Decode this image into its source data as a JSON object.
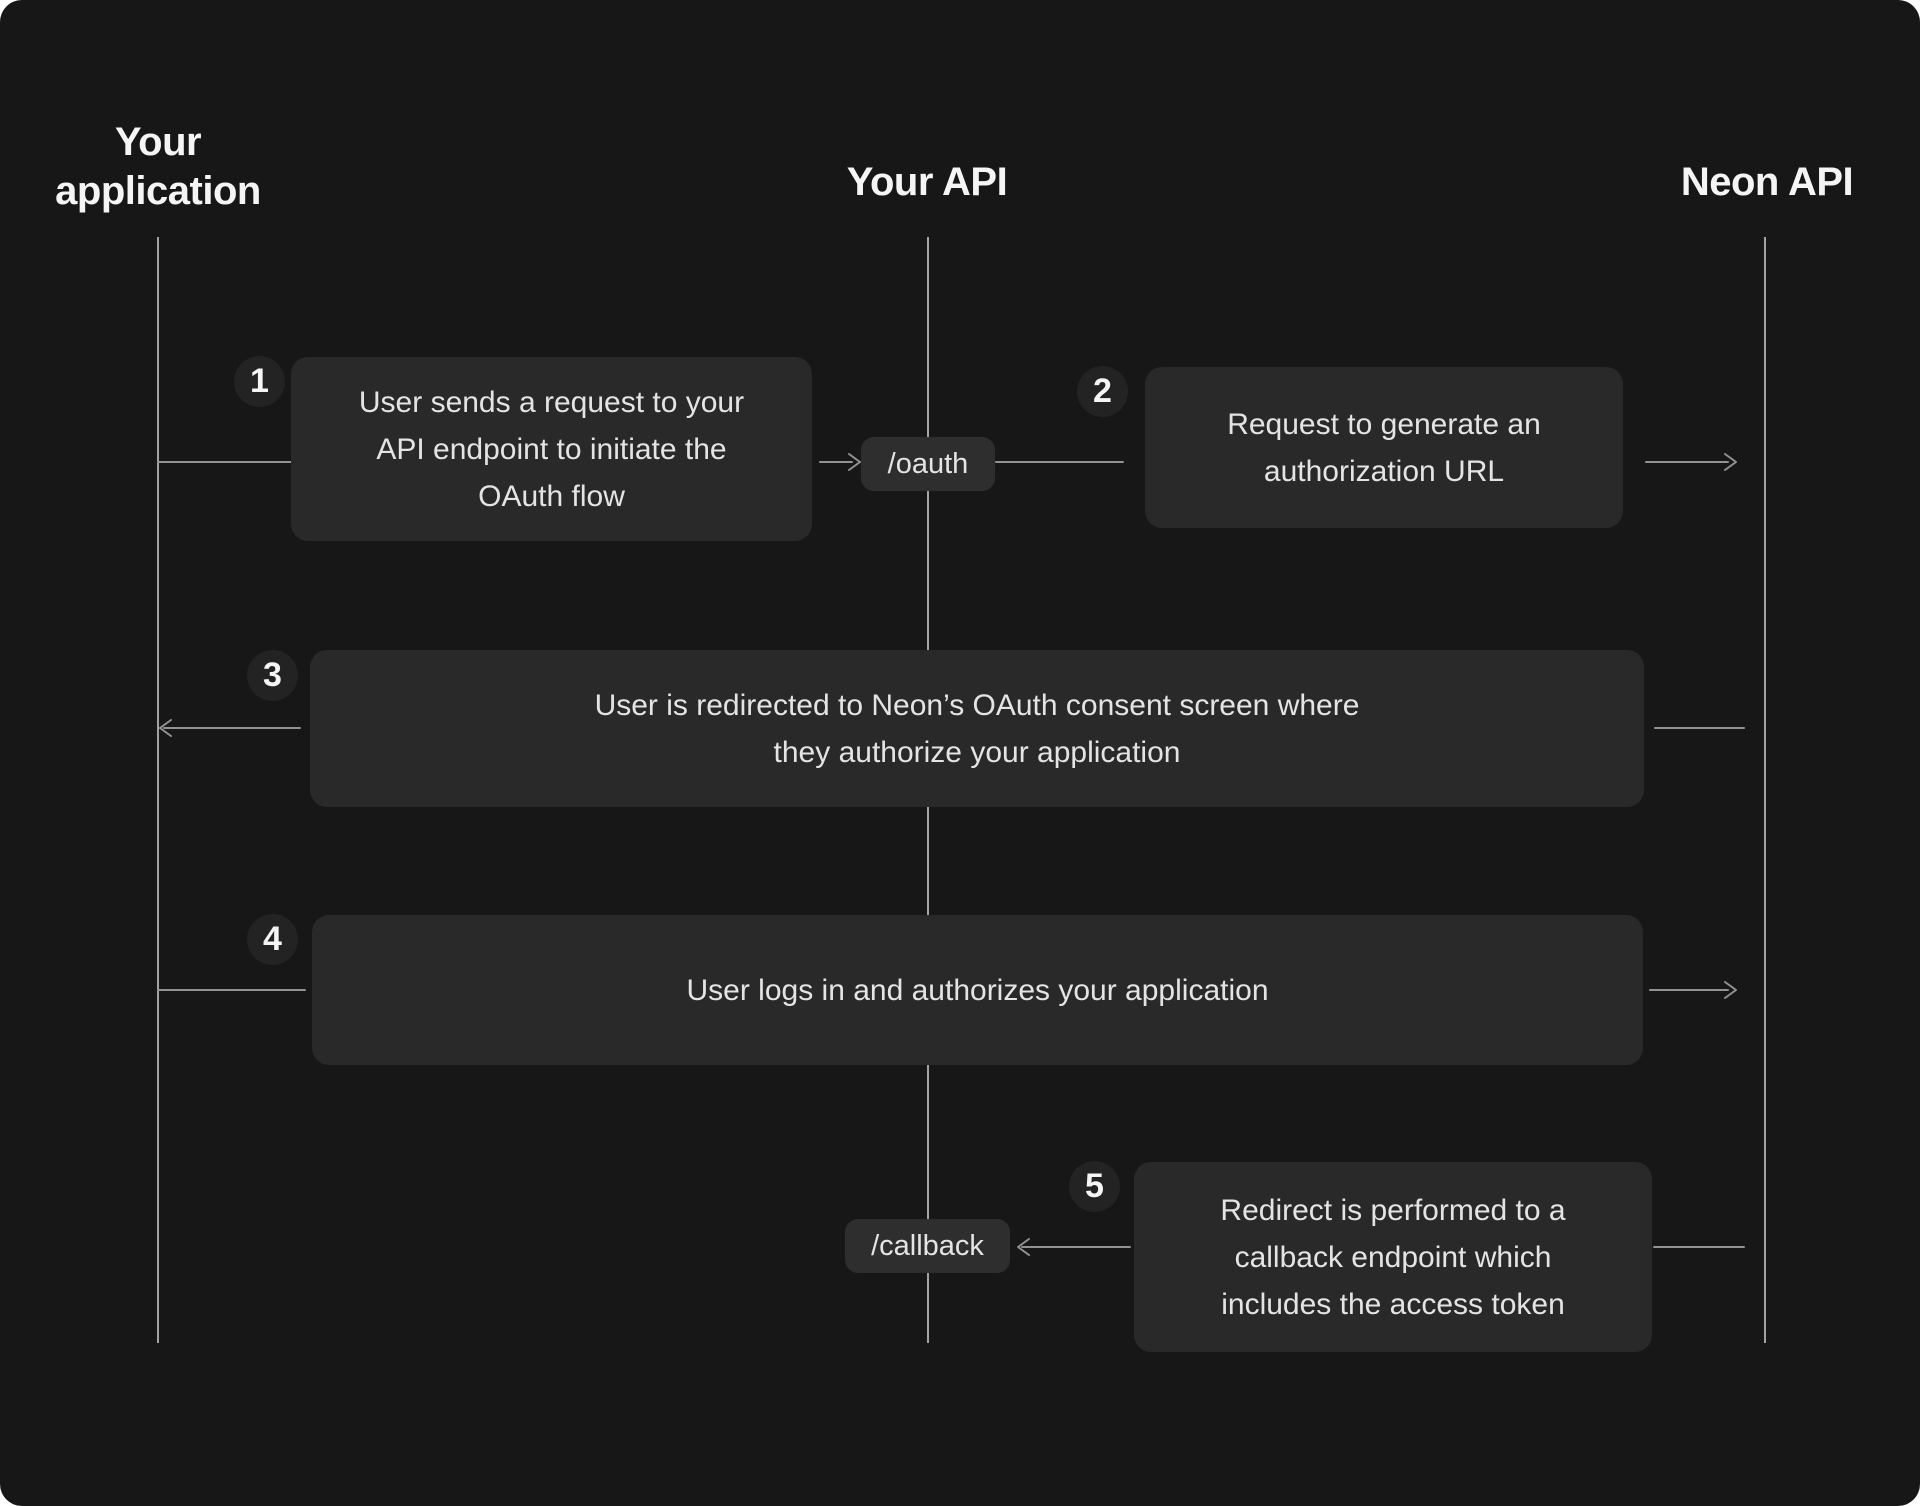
{
  "colors": {
    "panel-bg": "#171717",
    "box-bg": "#292929",
    "chip-bg": "#2e2e2e",
    "badge-bg": "#232323",
    "lifeline": "#a3a3a3",
    "connector": "#929292",
    "heading-text": "#f5f5f5",
    "body-text": "#e4e4e4"
  },
  "actors": [
    {
      "id": "your-application",
      "label": "Your\napplication"
    },
    {
      "id": "your-api",
      "label": "Your API"
    },
    {
      "id": "neon-api",
      "label": "Neon API"
    }
  ],
  "endpoints": [
    {
      "label": "/oauth"
    },
    {
      "label": "/callback"
    }
  ],
  "steps": [
    {
      "number": "1",
      "text": "User sends a request to your\nAPI endpoint to initiate the\nOAuth flow"
    },
    {
      "number": "2",
      "text": "Request to generate an\nauthorization URL"
    },
    {
      "number": "3",
      "text": "User is redirected to Neon’s OAuth consent screen where\nthey authorize your application"
    },
    {
      "number": "4",
      "text": "User logs in and authorizes your application"
    },
    {
      "number": "5",
      "text": "Redirect is performed to a\ncallback endpoint which\nincludes the access token"
    }
  ]
}
